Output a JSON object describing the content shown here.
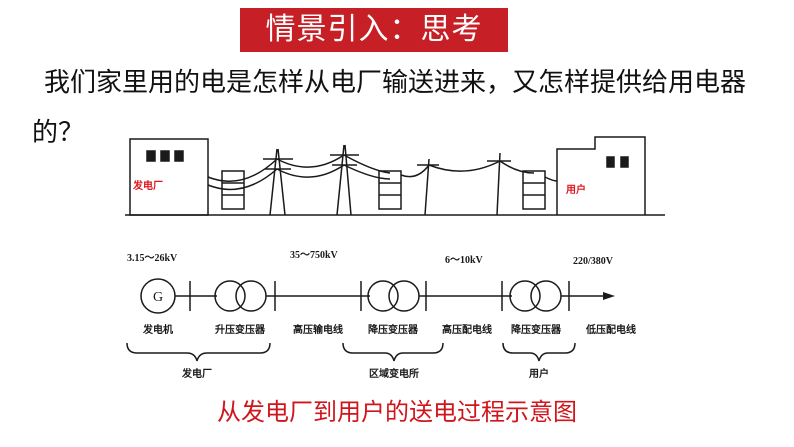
{
  "title": "情景引入：思考",
  "intro": "我们家里用的电是怎样从电厂输送进来，又怎样提供给用电器的？",
  "diagram": {
    "power_plant_label": "发电厂",
    "user_label": "用户",
    "voltages": [
      "3.15～26kV",
      "35～750kV",
      "6～10kV",
      "220/380V"
    ],
    "generator_symbol": "G",
    "components": [
      "发电机",
      "升压变压器",
      "高压输电线",
      "降压变压器",
      "高压配电线",
      "降压变压器",
      "低压配电线"
    ],
    "groups": [
      "发电厂",
      "区域变电所",
      "用户"
    ]
  },
  "caption": "从发电厂到用户的送电过程示意图",
  "colors": {
    "banner": "#c61f26",
    "caption": "#d0161d",
    "label_red": "#e0161d",
    "ink": "#1a1a1a"
  }
}
